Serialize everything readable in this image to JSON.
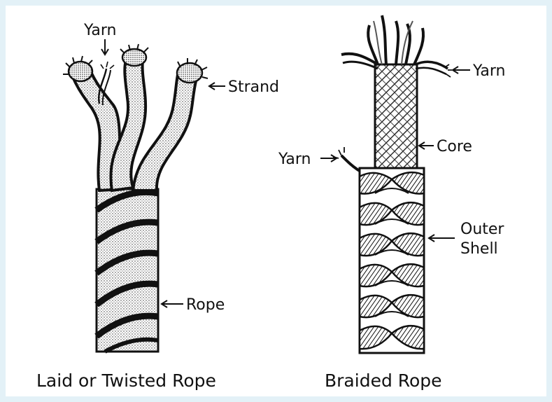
{
  "diagram": {
    "laid_rope": {
      "caption": "Laid or Twisted Rope",
      "labels": {
        "yarn": "Yarn",
        "strand": "Strand",
        "rope": "Rope"
      }
    },
    "braided_rope": {
      "caption": "Braided Rope",
      "labels": {
        "yarn_top": "Yarn",
        "yarn_side": "Yarn",
        "core": "Core",
        "outer_shell_line1": "Outer",
        "outer_shell_line2": "Shell"
      }
    }
  },
  "colors": {
    "ink": "#111111",
    "page_border": "#e3f1f7",
    "paper": "#ffffff"
  }
}
